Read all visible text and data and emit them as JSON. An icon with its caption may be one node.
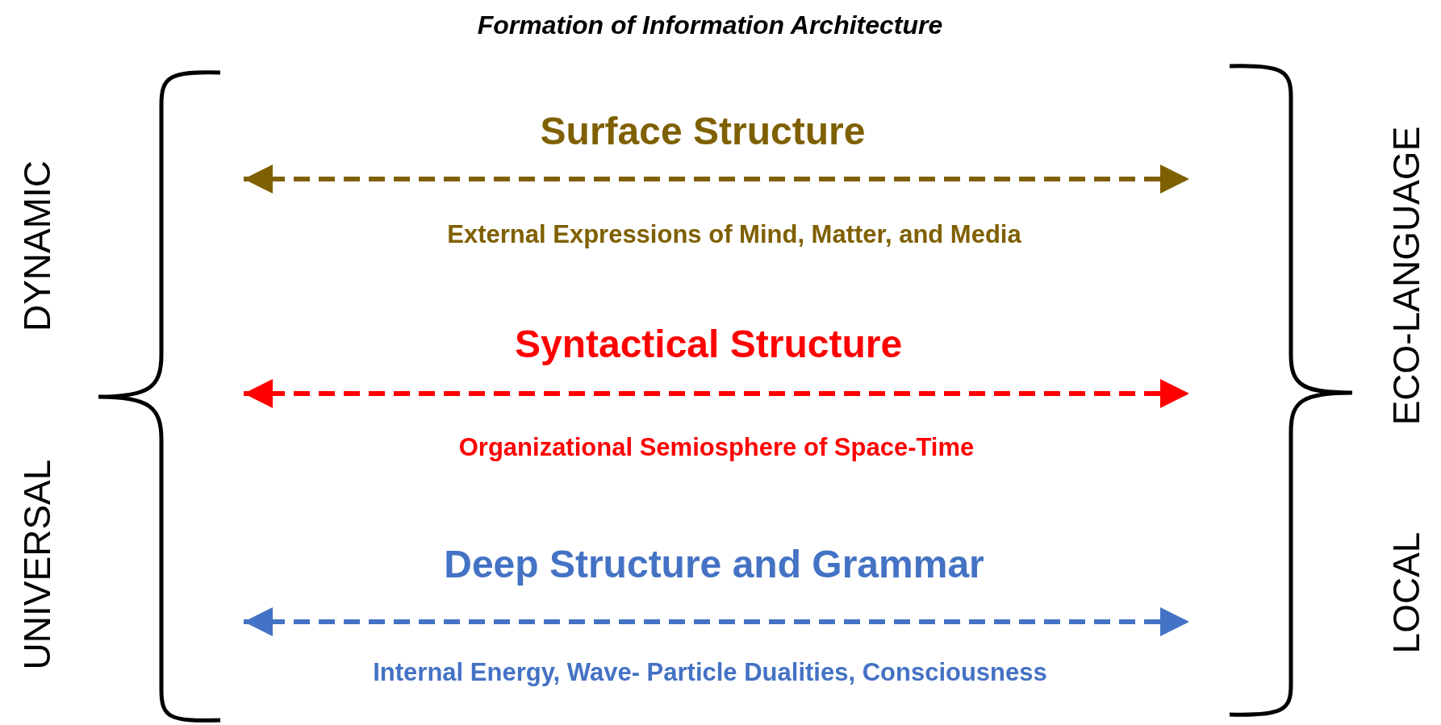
{
  "diagram": {
    "title": "Formation of Information Architecture",
    "labels": [
      "DYNAMIC",
      "UNIVERSAL",
      "Surface Structure",
      "External Expressions of Mind, Matter, and Media",
      "Syntactical Structure",
      "Organizational Semiosphere of Space-Time",
      "Deep Structure and Grammar",
      "Internal Energy, Wave- Particle Dualities, Consciousness",
      "ECO-LANGUAGE",
      "LOCAL"
    ]
  }
}
